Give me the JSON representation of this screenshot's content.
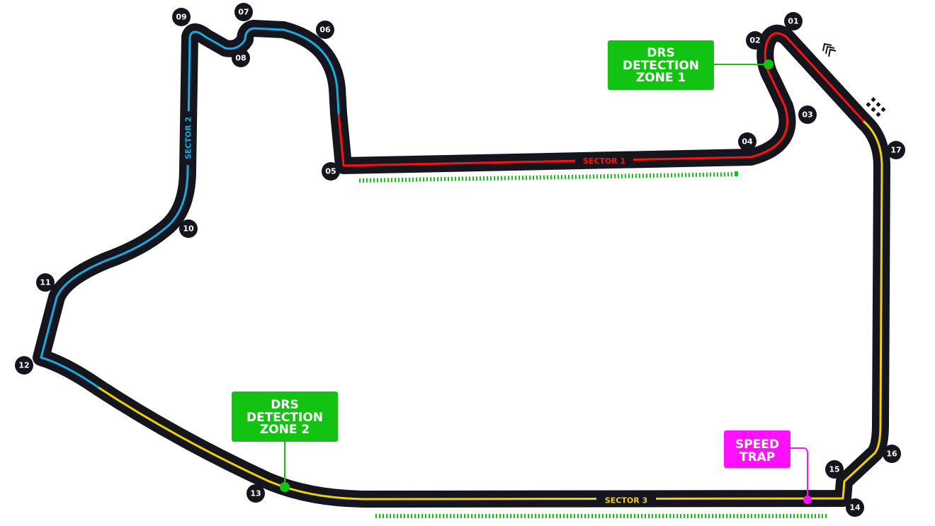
{
  "colors": {
    "track": "#15151e",
    "sector1": "#ff1010",
    "sector2": "#1aa9e0",
    "sector3": "#f5d000",
    "drs": "#12c312",
    "speed_trap": "#ff10ff"
  },
  "corners": [
    "01",
    "02",
    "03",
    "04",
    "05",
    "06",
    "07",
    "08",
    "09",
    "10",
    "11",
    "12",
    "13",
    "14",
    "15",
    "16",
    "17"
  ],
  "sectors": {
    "s1": "SECTOR 1",
    "s2": "SECTOR 2",
    "s3": "SECTOR 3"
  },
  "drs1": {
    "line1": "DRS",
    "line2": "DETECTION",
    "line3": "ZONE 1"
  },
  "drs2": {
    "line1": "DRS",
    "line2": "DETECTION",
    "line3": "ZONE 2"
  },
  "speed_trap": {
    "line1": "SPEED",
    "line2": "TRAP"
  },
  "icons": [
    "direction-chevrons-icon",
    "checkered-flag-icon"
  ]
}
